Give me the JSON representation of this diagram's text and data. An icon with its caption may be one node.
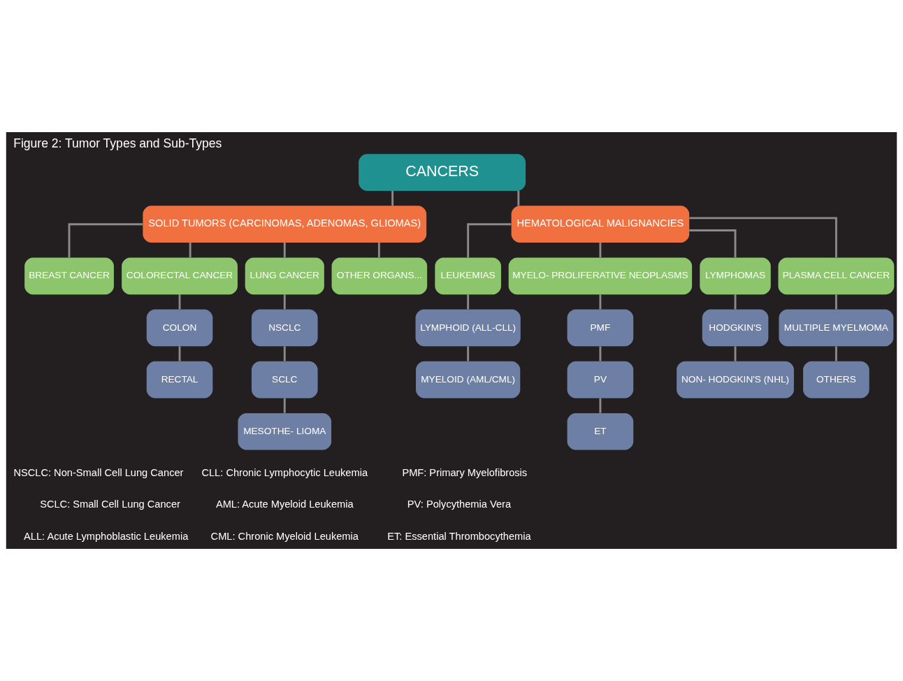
{
  "diagram": {
    "title": "Figure 2: Tumor Types and Sub-Types",
    "nodes": [
      {
        "text": [
          "CANCERS"
        ]
      },
      {
        "text": [
          "SOLID TUMORS (CARCINOMAS, ADENOMAS, GLIOMAS)"
        ]
      },
      {
        "text": [
          "HEMATOLOGICAL MALIGNANCIES"
        ]
      },
      {
        "text": [
          "BREAST CANCER"
        ]
      },
      {
        "text": [
          "COLORECTAL CANCER"
        ]
      },
      {
        "text": [
          "LUNG CANCER"
        ]
      },
      {
        "text": [
          "OTHER ORGANS..."
        ]
      },
      {
        "text": [
          "LEUKEMIAS"
        ]
      },
      {
        "text": [
          "MYELO- PROLIFERATIVE NEOPLASMS"
        ]
      },
      {
        "text": [
          "LYMPHOMAS"
        ]
      },
      {
        "text": [
          "PLASMA CELL CANCER"
        ]
      },
      {
        "text": [
          "COLON"
        ]
      },
      {
        "text": [
          "RECTAL"
        ]
      },
      {
        "text": [
          "NSCLC"
        ]
      },
      {
        "text": [
          "SCLC"
        ]
      },
      {
        "text": [
          "MESOTHE- LIOMA"
        ]
      },
      {
        "text": [
          "LYMPHOID (ALL-CLL)"
        ]
      },
      {
        "text": [
          "MYELOID (AML/CML)"
        ]
      },
      {
        "text": [
          "PMF"
        ]
      },
      {
        "text": [
          "PV"
        ]
      },
      {
        "text": [
          "ET"
        ]
      },
      {
        "text": [
          "HODGKIN'S"
        ]
      },
      {
        "text": [
          "NON- HODGKIN'S (NHL)"
        ]
      },
      {
        "text": [
          "MULTIPLE MYELMOMA"
        ]
      },
      {
        "text": [
          "OTHERS"
        ]
      }
    ],
    "edges": [
      {
        "from": 0,
        "to": 1,
        "arrow": "none"
      },
      {
        "from": 0,
        "to": 2,
        "arrow": "none"
      },
      {
        "from": 1,
        "to": 3,
        "arrow": "none"
      },
      {
        "from": 1,
        "to": 4,
        "arrow": "none"
      },
      {
        "from": 1,
        "to": 5,
        "arrow": "none"
      },
      {
        "from": 1,
        "to": 6,
        "arrow": "none"
      },
      {
        "from": 2,
        "to": 7,
        "arrow": "none"
      },
      {
        "from": 2,
        "to": 8,
        "arrow": "none"
      },
      {
        "from": 2,
        "to": 9,
        "arrow": "none"
      },
      {
        "from": 2,
        "to": 10,
        "arrow": "none"
      },
      {
        "from": 4,
        "to": 11,
        "arrow": "none"
      },
      {
        "from": 11,
        "to": 12,
        "arrow": "none"
      },
      {
        "from": 5,
        "to": 13,
        "arrow": "none"
      },
      {
        "from": 13,
        "to": 14,
        "arrow": "none"
      },
      {
        "from": 14,
        "to": 15,
        "arrow": "none"
      },
      {
        "from": 7,
        "to": 16,
        "arrow": "none"
      },
      {
        "from": 16,
        "to": 17,
        "arrow": "none"
      },
      {
        "from": 8,
        "to": 18,
        "arrow": "none"
      },
      {
        "from": 18,
        "to": 19,
        "arrow": "none"
      },
      {
        "from": 19,
        "to": 20,
        "arrow": "none"
      },
      {
        "from": 9,
        "to": 21,
        "arrow": "none"
      },
      {
        "from": 21,
        "to": 22,
        "arrow": "none"
      },
      {
        "from": 10,
        "to": 23,
        "arrow": "none"
      },
      {
        "from": 23,
        "to": 24,
        "arrow": "none"
      }
    ],
    "labels": [
      "NSCLC: Non-Small Cell Lung Cancer",
      "CLL: Chronic Lymphocytic Leukemia",
      "PMF: Primary Myelofibrosis",
      "SCLC: Small Cell Lung Cancer",
      "AML: Acute Myeloid Leukemia",
      "PV: Polycythemia Vera",
      "ALL: Acute Lymphoblastic Leukemia",
      "CML: Chronic Myeloid Leukemia",
      "ET: Essential Thrombocythemia"
    ]
  }
}
